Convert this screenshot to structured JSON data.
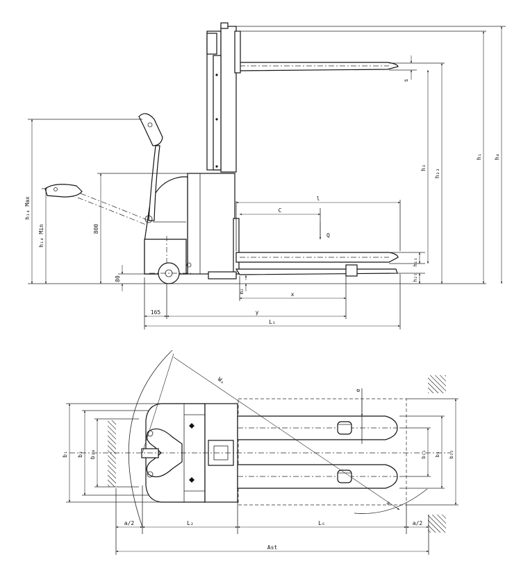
{
  "side_view": {
    "labels": {
      "h14_max": "h₁₄ Max",
      "h14_min": "h₁₄ Min",
      "dim_800": "800",
      "dim_80": "80",
      "dim_165": "165",
      "h1": "h₁",
      "h3": "h₃",
      "h4": "h₄",
      "h13": "h₁₃",
      "h23": "h₂₃",
      "h25": "h₂₅",
      "s": "s",
      "l": "l",
      "c": "C",
      "q": "Q",
      "m2": "m₂",
      "x": "x",
      "y": "y",
      "l1": "L₁"
    }
  },
  "top_view": {
    "labels": {
      "wa": "Wₐ",
      "e": "e",
      "b1": "b₁",
      "b2": "b₂",
      "b10": "b₁₀",
      "b11": "b₁₁",
      "b5": "b₅",
      "b12": "b₁₂",
      "a_half_left": "a/2",
      "l2": "L₂",
      "l6": "L₆",
      "a_half_right": "a/2",
      "ast": "Ast"
    }
  }
}
